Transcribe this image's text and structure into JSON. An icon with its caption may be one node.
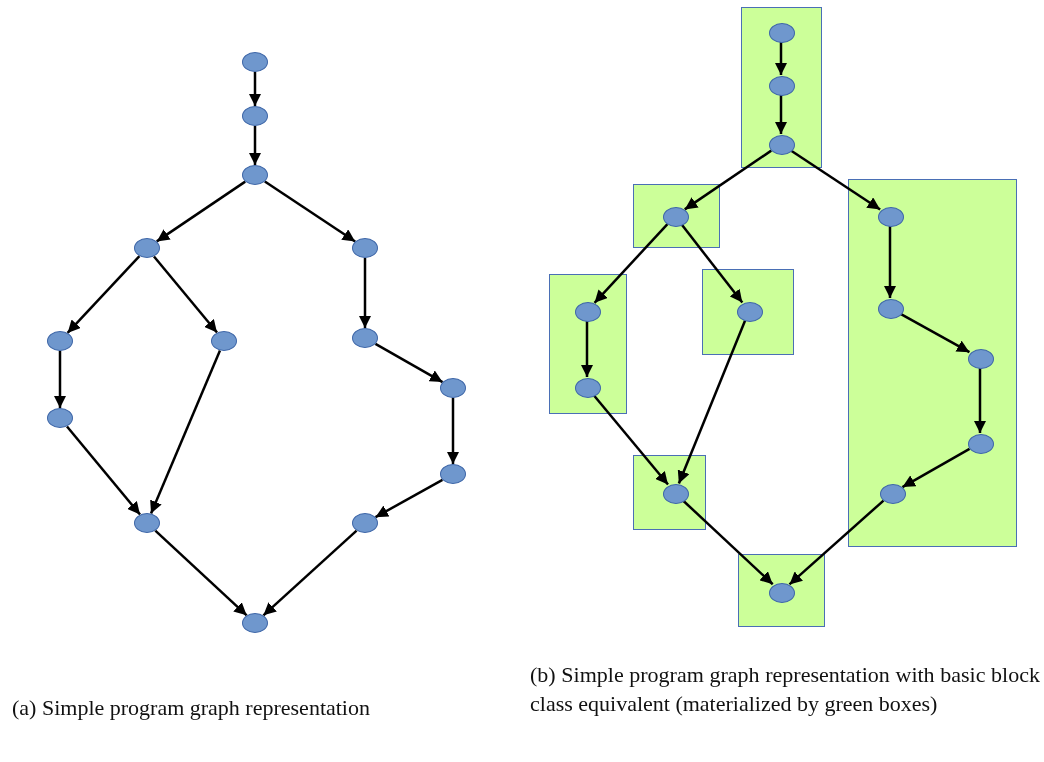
{
  "diagram": {
    "nodes": [
      {
        "text": [],
        "shape": "ellipse"
      },
      {
        "text": [],
        "shape": "ellipse"
      },
      {
        "text": [],
        "shape": "ellipse"
      },
      {
        "text": [],
        "shape": "ellipse"
      },
      {
        "text": [],
        "shape": "ellipse"
      },
      {
        "text": [],
        "shape": "ellipse"
      },
      {
        "text": [],
        "shape": "ellipse"
      },
      {
        "text": [],
        "shape": "ellipse"
      },
      {
        "text": [],
        "shape": "ellipse"
      },
      {
        "text": [],
        "shape": "ellipse"
      },
      {
        "text": [],
        "shape": "ellipse"
      },
      {
        "text": [],
        "shape": "ellipse"
      },
      {
        "text": [],
        "shape": "ellipse"
      },
      {
        "text": [],
        "shape": "ellipse"
      },
      {
        "text": [],
        "shape": "box"
      },
      {
        "text": [],
        "shape": "ellipse",
        "in": 14
      },
      {
        "text": [],
        "shape": "ellipse",
        "in": 14
      },
      {
        "text": [],
        "shape": "ellipse",
        "in": 14
      },
      {
        "text": [],
        "shape": "box"
      },
      {
        "text": [],
        "shape": "ellipse",
        "in": 18
      },
      {
        "text": [],
        "shape": "box"
      },
      {
        "text": [],
        "shape": "ellipse",
        "in": 20
      },
      {
        "text": [],
        "shape": "ellipse",
        "in": 20
      },
      {
        "text": [],
        "shape": "ellipse",
        "in": 20
      },
      {
        "text": [],
        "shape": "ellipse",
        "in": 20
      },
      {
        "text": [],
        "shape": "ellipse",
        "in": 20
      },
      {
        "text": [],
        "shape": "box"
      },
      {
        "text": [],
        "shape": "ellipse",
        "in": 26
      },
      {
        "text": [],
        "shape": "ellipse",
        "in": 26
      },
      {
        "text": [],
        "shape": "box"
      },
      {
        "text": [],
        "shape": "ellipse",
        "in": 29
      },
      {
        "text": [],
        "shape": "box"
      },
      {
        "text": [],
        "shape": "ellipse",
        "in": 31
      },
      {
        "text": [],
        "shape": "box"
      },
      {
        "text": [],
        "shape": "ellipse",
        "in": 33
      }
    ],
    "edges": [
      {
        "from": 0,
        "to": 1,
        "arrow": "to"
      },
      {
        "from": 1,
        "to": 2,
        "arrow": "to"
      },
      {
        "from": 2,
        "to": 3,
        "arrow": "to"
      },
      {
        "from": 2,
        "to": 4,
        "arrow": "to"
      },
      {
        "from": 3,
        "to": 5,
        "arrow": "to"
      },
      {
        "from": 3,
        "to": 6,
        "arrow": "to"
      },
      {
        "from": 4,
        "to": 7,
        "arrow": "to"
      },
      {
        "from": 7,
        "to": 8,
        "arrow": "to"
      },
      {
        "from": 5,
        "to": 9,
        "arrow": "to"
      },
      {
        "from": 8,
        "to": 10,
        "arrow": "to"
      },
      {
        "from": 9,
        "to": 11,
        "arrow": "to"
      },
      {
        "from": 6,
        "to": 11,
        "arrow": "to"
      },
      {
        "from": 10,
        "to": 12,
        "arrow": "to"
      },
      {
        "from": 11,
        "to": 13,
        "arrow": "to"
      },
      {
        "from": 12,
        "to": 13,
        "arrow": "to"
      },
      {
        "from": 15,
        "to": 16,
        "arrow": "to"
      },
      {
        "from": 16,
        "to": 17,
        "arrow": "to"
      },
      {
        "from": 17,
        "to": 19,
        "arrow": "to"
      },
      {
        "from": 17,
        "to": 21,
        "arrow": "to"
      },
      {
        "from": 19,
        "to": 27,
        "arrow": "to"
      },
      {
        "from": 19,
        "to": 30,
        "arrow": "to"
      },
      {
        "from": 21,
        "to": 22,
        "arrow": "to"
      },
      {
        "from": 22,
        "to": 23,
        "arrow": "to"
      },
      {
        "from": 23,
        "to": 24,
        "arrow": "to"
      },
      {
        "from": 24,
        "to": 25,
        "arrow": "to"
      },
      {
        "from": 27,
        "to": 28,
        "arrow": "to"
      },
      {
        "from": 28,
        "to": 32,
        "arrow": "to"
      },
      {
        "from": 30,
        "to": 32,
        "arrow": "to"
      },
      {
        "from": 32,
        "to": 34,
        "arrow": "to"
      },
      {
        "from": 25,
        "to": 34,
        "arrow": "to"
      }
    ],
    "labels": [
      "(a) Simple program graph representation",
      "(b) Simple program graph representation with basic block class equivalent (materialized by green boxes)"
    ]
  }
}
